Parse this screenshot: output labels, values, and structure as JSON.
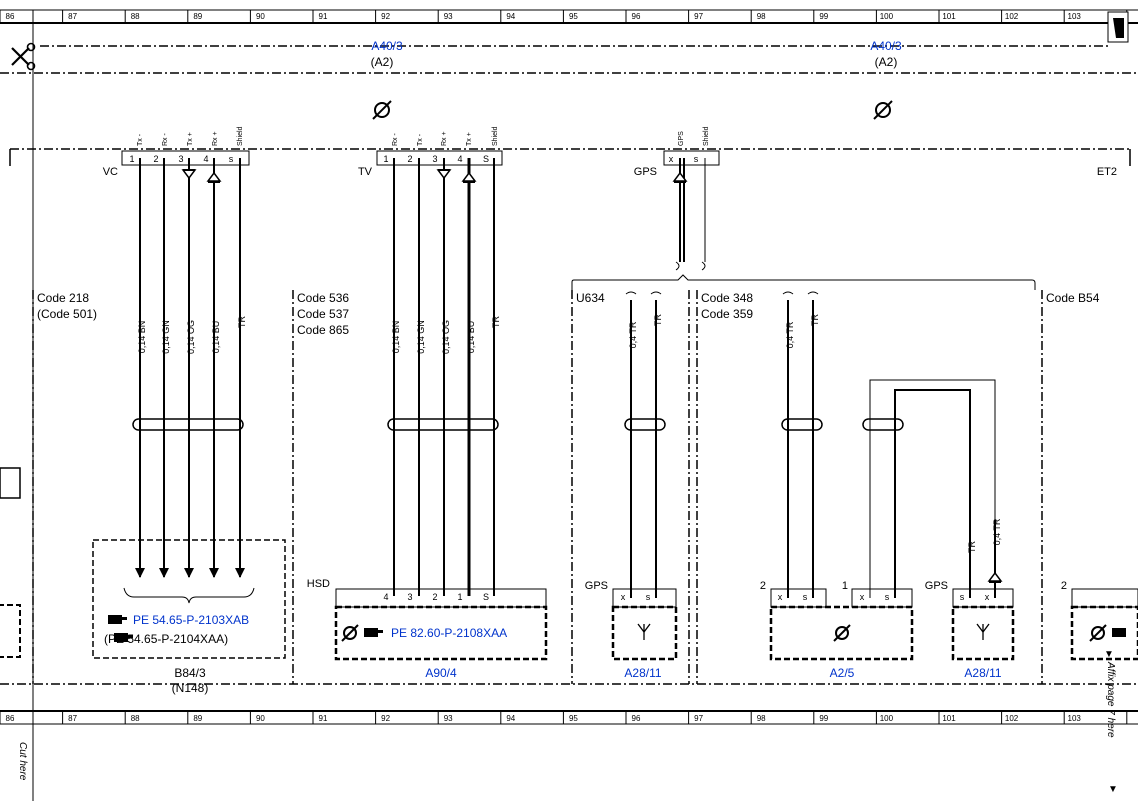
{
  "grid_numbers": [
    "86",
    "87",
    "88",
    "89",
    "90",
    "91",
    "92",
    "93",
    "94",
    "95",
    "96",
    "97",
    "98",
    "99",
    "100",
    "101",
    "102",
    "103"
  ],
  "top_bus": {
    "left_label": "A40/3",
    "left_sub": "(A2)",
    "right_label": "A40/3",
    "right_sub": "(A2)"
  },
  "connectors": {
    "vc": {
      "name": "VC",
      "pin_numbers": [
        "1",
        "2",
        "3",
        "4",
        "s"
      ],
      "pin_names": [
        "Tx -",
        "Rx -",
        "Tx +",
        "Rx +",
        "Shield"
      ]
    },
    "tv": {
      "name": "TV",
      "pin_numbers": [
        "1",
        "2",
        "3",
        "4",
        "S"
      ],
      "pin_names": [
        "Rx -",
        "Tx -",
        "Rx +",
        "Tx +",
        "Shield"
      ]
    },
    "gps": {
      "name": "GPS",
      "pin_numbers": [
        "x",
        "s"
      ],
      "pin_names": [
        "GPS",
        "Shield"
      ]
    },
    "et2": {
      "name": "ET2"
    }
  },
  "wire_labels": {
    "vc": [
      "0,14 BN",
      "0,14 GN",
      "0,14 OG",
      "0,14 BU",
      "TR"
    ],
    "tv": [
      "0,14 BN",
      "0,14 GN",
      "0,14 OG",
      "0,14 BU",
      "TR"
    ],
    "u634": [
      "0,4 TR",
      "TR"
    ],
    "code348": [
      "0,4 TR",
      "TR"
    ],
    "a28_right": [
      "TR",
      "0,4 TR"
    ]
  },
  "code_labels": {
    "code218": [
      "Code 218",
      "(Code 501)"
    ],
    "code536": [
      "Code 536",
      "Code 537",
      "Code 865"
    ],
    "u634": [
      "U634"
    ],
    "code348": [
      "Code 348",
      "Code 359"
    ],
    "codeb54": [
      "Code B54"
    ]
  },
  "components": {
    "b84": {
      "ref_main": "PE 54.65-P-2103XAB",
      "ref_alt": "(PE 54.65-P-2104XAA)",
      "label": "B84/3",
      "sub": "(N148)"
    },
    "a90": {
      "connector": "HSD",
      "pin_numbers": [
        "4",
        "3",
        "2",
        "1",
        "S"
      ],
      "ref": "PE 82.60-P-2108XAA",
      "label": "A90/4"
    },
    "a28_left": {
      "connector": "GPS",
      "pin_numbers": [
        "x",
        "s"
      ],
      "label": "A28/11"
    },
    "a2_5": {
      "connector_left": "2",
      "connector_right": "1",
      "pin_numbers": [
        "x",
        "s",
        "x",
        "s"
      ],
      "label": "A2/5"
    },
    "a28_right": {
      "connector": "GPS",
      "pin_numbers": [
        "s",
        "x"
      ],
      "label": "A28/11"
    },
    "right_partial": {
      "connector": "2"
    }
  },
  "side_texts": {
    "cut_here": "Cut here",
    "affix": "Affix page 7 here"
  },
  "arrow_glyph": "▼",
  "icons": [
    "scissors-icon",
    "crossed-circle-ground-icon",
    "pointing-hand-icon",
    "antenna-icon"
  ]
}
